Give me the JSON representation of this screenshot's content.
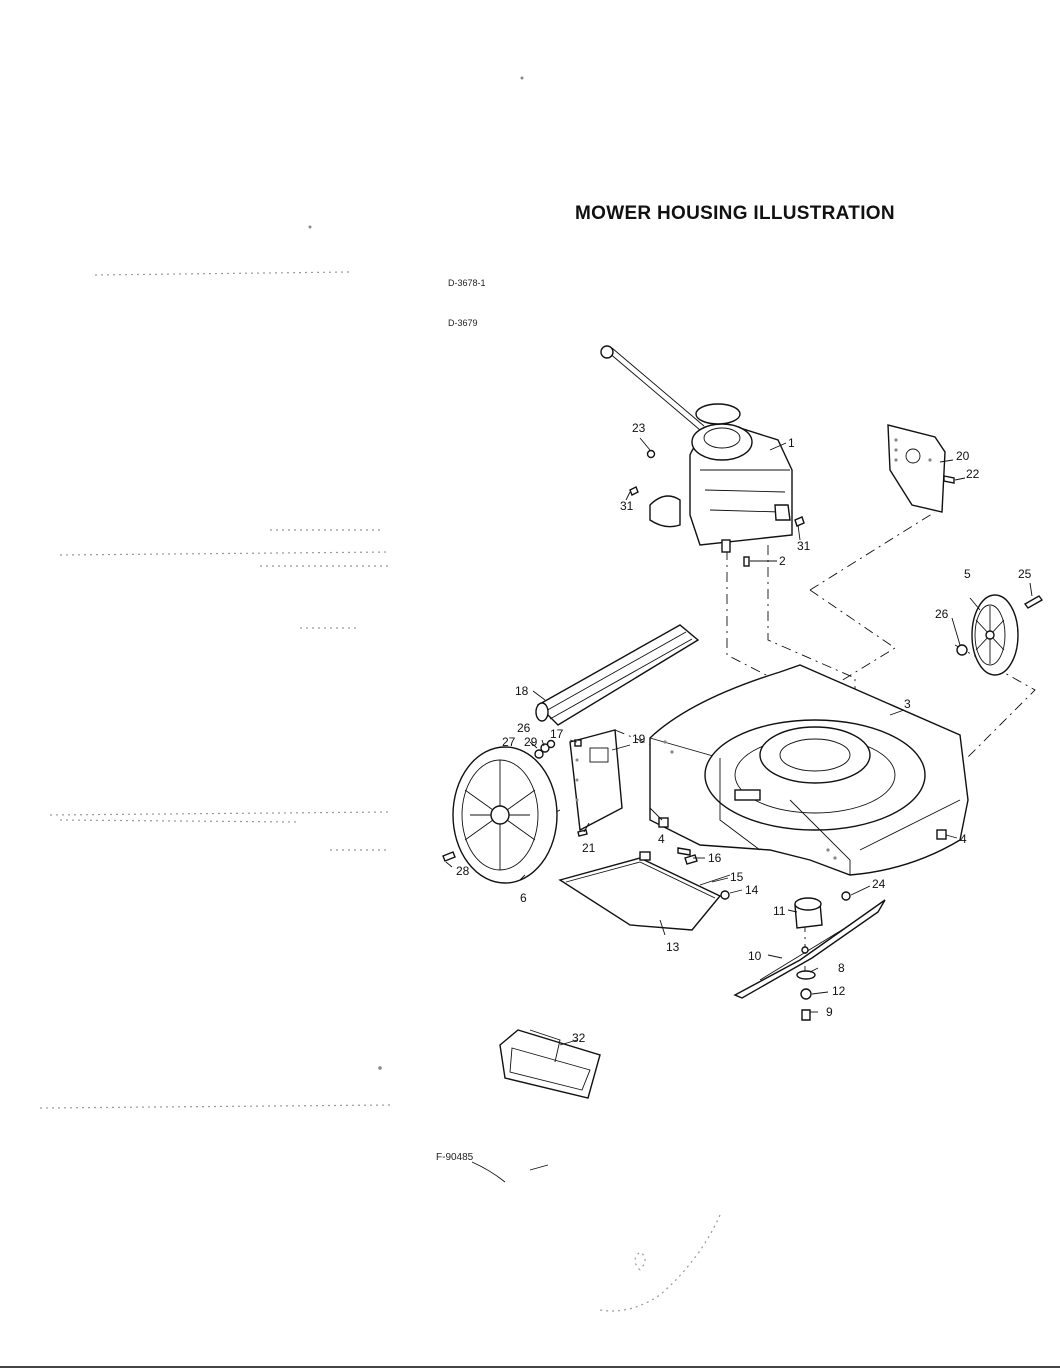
{
  "title": "MOWER HOUSING ILLUSTRATION",
  "drawing_codes": [
    "D-3678-1",
    "D-3679"
  ],
  "figure_code": "F-90485",
  "callouts": [
    "1",
    "2",
    "3",
    "4",
    "4",
    "5",
    "6",
    "8",
    "9",
    "10",
    "11",
    "12",
    "13",
    "14",
    "15",
    "16",
    "17",
    "18",
    "19",
    "20",
    "21",
    "22",
    "23",
    "24",
    "25",
    "26",
    "26",
    "27",
    "28",
    "29",
    "31",
    "31",
    "32"
  ]
}
